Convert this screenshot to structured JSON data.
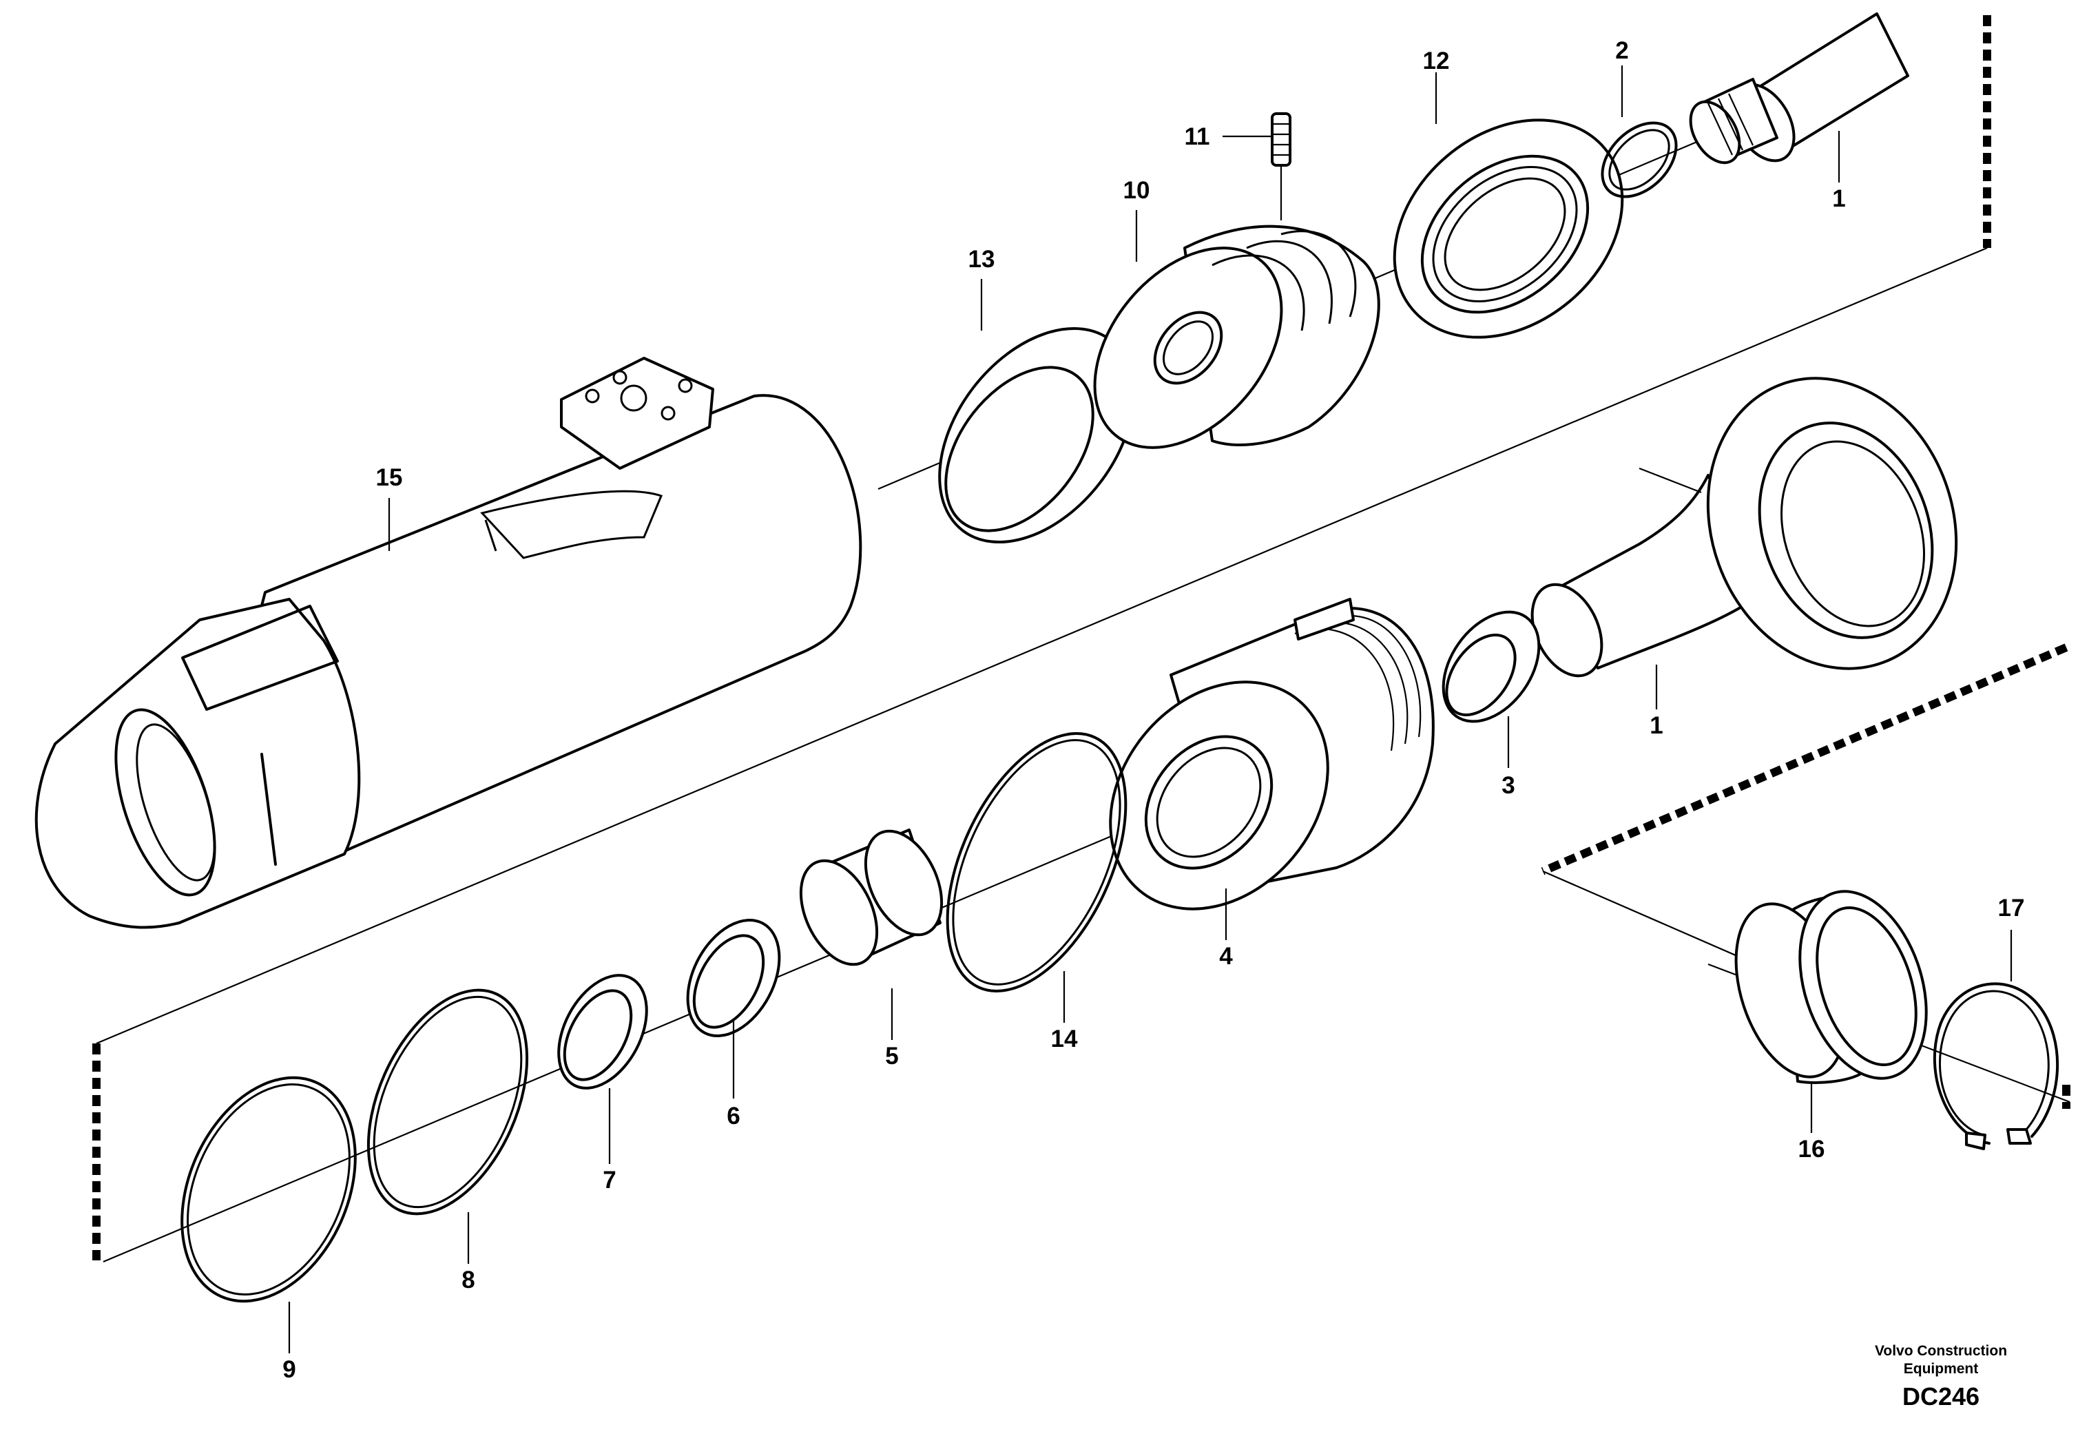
{
  "callouts": {
    "c1a": "1",
    "c1b": "1",
    "c2": "2",
    "c3": "3",
    "c4": "4",
    "c5": "5",
    "c6": "6",
    "c7": "7",
    "c8": "8",
    "c9": "9",
    "c10": "10",
    "c11": "11",
    "c12": "12",
    "c13": "13",
    "c14": "14",
    "c15": "15",
    "c16": "16",
    "c17": "17"
  },
  "caption": {
    "line1": "Volvo Construction",
    "line2": "Equipment",
    "code": "DC246"
  }
}
